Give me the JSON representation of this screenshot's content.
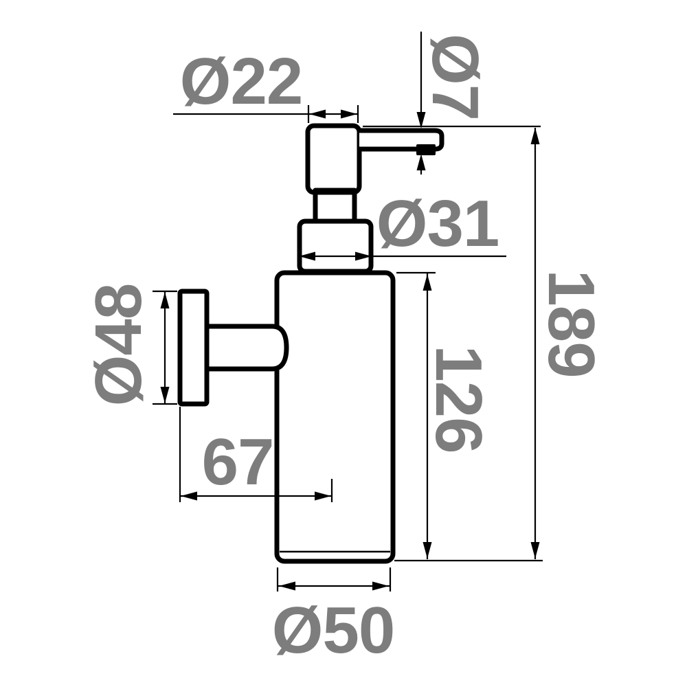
{
  "drawing": {
    "background_color": "#ffffff",
    "line_color": "#000000",
    "label_color": "#7d7d7d",
    "labels": {
      "pump_head_diameter": "Ø22",
      "spout_diameter": "Ø7",
      "collar_diameter": "Ø31",
      "wall_plate_diameter": "Ø48",
      "overall_height": "189",
      "body_height": "126",
      "wall_to_axis_distance": "67",
      "body_diameter": "Ø50"
    }
  }
}
